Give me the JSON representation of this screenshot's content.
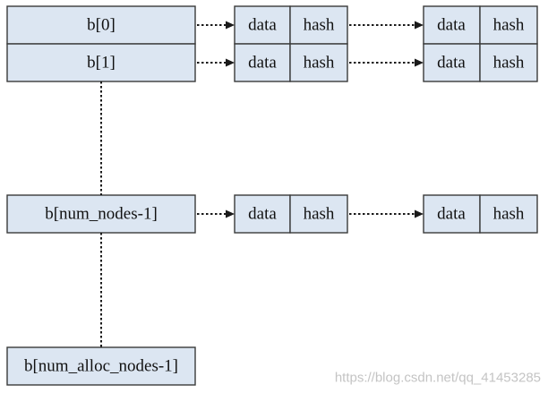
{
  "buckets": [
    {
      "label": "b[0]"
    },
    {
      "label": "b[1]"
    },
    {
      "label": "b[num_nodes-1]"
    },
    {
      "label": "b[num_alloc_nodes-1]"
    }
  ],
  "node": {
    "data_label": "data",
    "hash_label": "hash"
  },
  "watermark": "https://blog.csdn.net/qq_41453285"
}
